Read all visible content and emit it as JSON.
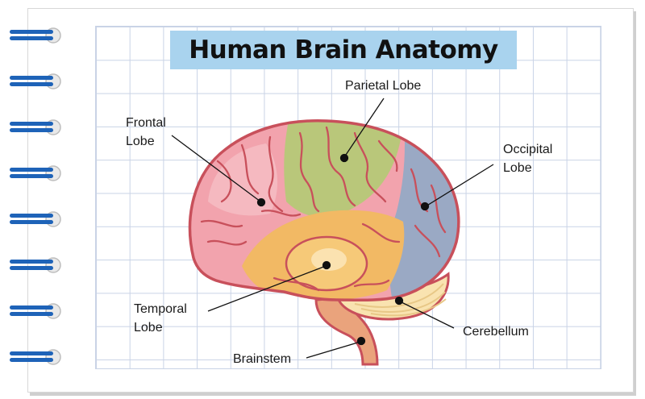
{
  "title": "Human Brain Anatomy",
  "labels": {
    "parietal": "Parietal Lobe",
    "frontal_1": "Frontal",
    "frontal_2": "Lobe",
    "occipital_1": "Occipital",
    "occipital_2": "Lobe",
    "temporal_1": "Temporal",
    "temporal_2": "Lobe",
    "cerebellum": "Cerebellum",
    "brainstem": "Brainstem"
  },
  "colors": {
    "title_bg": "#a9d3ee",
    "frontal": "#f2a3ad",
    "parietal": "#b9c77a",
    "occipital": "#9aa9c4",
    "temporal": "#f2b964",
    "cerebellum": "#f9e3b0",
    "brainstem": "#eaa37c",
    "outline": "#c8505b",
    "ring": "#1e63b8"
  }
}
